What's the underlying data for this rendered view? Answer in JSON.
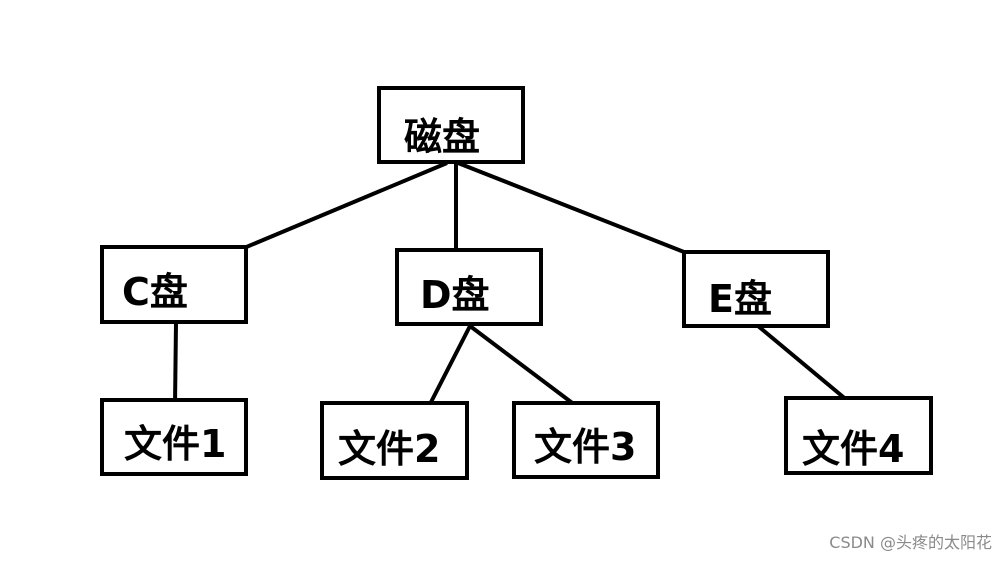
{
  "nodes": {
    "root": "磁盘",
    "c": "C盘",
    "d": "D盘",
    "e": "E盘",
    "f1": "文件1",
    "f2": "文件2",
    "f3": "文件3",
    "f4": "文件4"
  },
  "edges": [
    [
      "root",
      "c"
    ],
    [
      "root",
      "d"
    ],
    [
      "root",
      "e"
    ],
    [
      "c",
      "f1"
    ],
    [
      "d",
      "f2"
    ],
    [
      "d",
      "f3"
    ],
    [
      "e",
      "f4"
    ]
  ],
  "watermark": "CSDN @头疼的太阳花"
}
